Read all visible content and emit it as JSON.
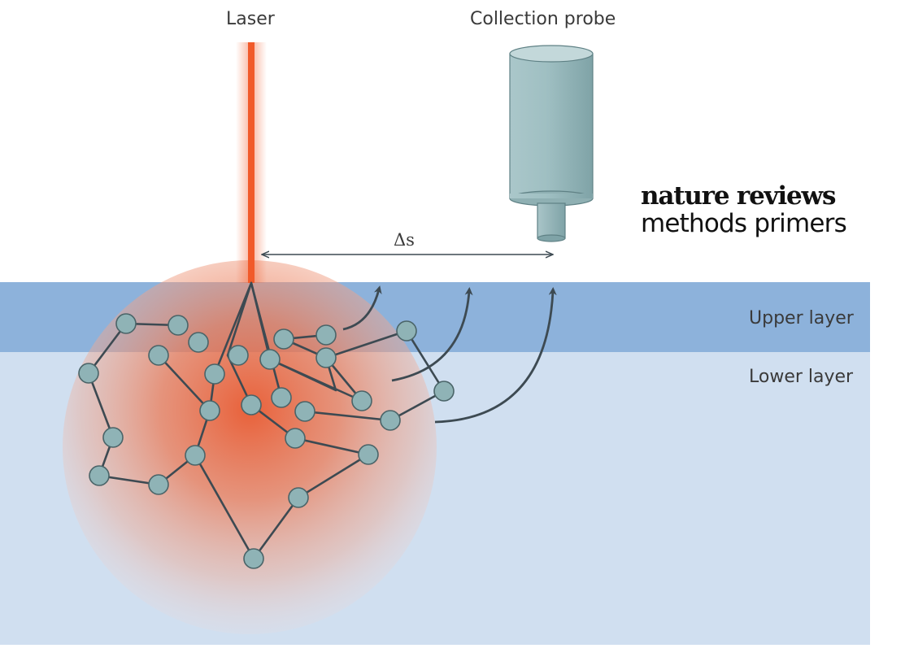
{
  "labels": {
    "laser": "Laser",
    "collection_probe": "Collection probe",
    "offset": "Δs",
    "upper_layer": "Upper layer",
    "lower_layer": "Lower layer"
  },
  "brand": {
    "line1": "nature reviews",
    "line2": "methods primers"
  },
  "colors": {
    "laser": "#f15a2a",
    "upper_layer": "#8db2db",
    "lower_layer": "#d0dff0",
    "molecule_fill": "#8fb3b6",
    "molecule_stroke": "#4a6468",
    "bond": "#3d4a52",
    "probe_body": "#9fbfc2",
    "arrow": "#3d4a52"
  },
  "icons": {
    "laser_beam": "laser-beam-icon",
    "probe": "collection-probe-icon",
    "molecule": "molecule-node-icon"
  }
}
